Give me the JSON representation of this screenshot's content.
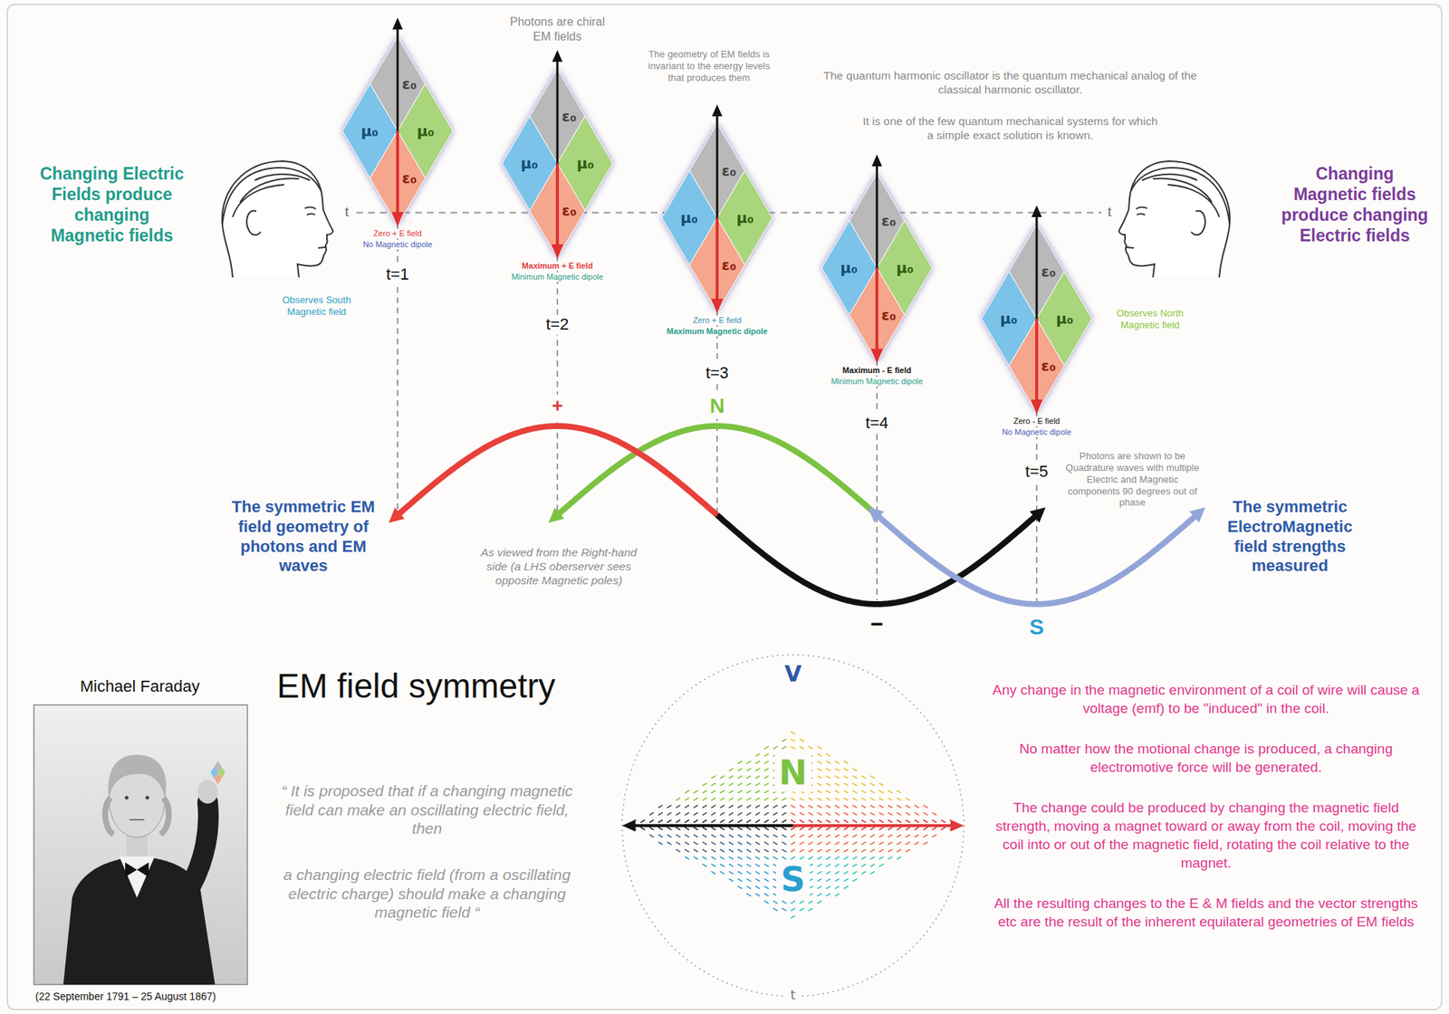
{
  "diagram": {
    "title": "EM field symmetry",
    "nodes": [
      {
        "text": [
          "ε₀",
          "μ₀",
          "μ₀",
          "ε₀"
        ]
      },
      {
        "text": [
          "ε₀",
          "μ₀",
          "μ₀",
          "ε₀"
        ]
      },
      {
        "text": [
          "ε₀",
          "μ₀",
          "μ₀",
          "ε₀"
        ]
      },
      {
        "text": [
          "ε₀",
          "μ₀",
          "μ₀",
          "ε₀"
        ]
      },
      {
        "text": [
          "ε₀",
          "μ₀",
          "μ₀",
          "ε₀"
        ]
      },
      {
        "text": [
          "V",
          "N",
          "S",
          "t"
        ]
      }
    ],
    "labels": [
      "Photons are chiral EM fields",
      "The geometry of EM fields is invariant to the energy levels that produces them",
      "The quantum harmonic oscillator is the quantum mechanical analog of the classical harmonic oscillator.",
      "It is one of the few quantum mechanical systems for which a simple exact solution is known.",
      "Changing Electric Fields produce changing Magnetic fields",
      "Changing Magnetic fields produce changing Electric fields",
      "t",
      "t",
      "Zero + E field",
      "No Magnetic dipole",
      "Observes South Magnetic field",
      "t=1",
      "Maximum + E field",
      "Minimum Magnetic dipole",
      "t=2",
      "Zero + E field",
      "Maximum Magnetic dipole",
      "t=3",
      "Maximum - E field",
      "Minimum Magnetic dipole",
      "t=4",
      "Zero - E field",
      "No Magnetic dipole",
      "Observes North Magnetic field",
      "t=5",
      "+",
      "N",
      "The symmetric EM field geometry of photons and EM waves",
      "As viewed from the Right-hand side (a LHS oberserver sees opposite Magnetic poles)",
      "Photons are shown to be Quadrature waves with multiple Electric and Magnetic components 90 degrees out of phase",
      "The symmetric ElectroMagnetic field strengths measured",
      "−",
      "S",
      "Michael Faraday",
      "“ It is proposed that if a changing magnetic field can make an oscillating electric field, then",
      "a changing electric field (from a oscillating electric charge) should make a changing magnetic field “",
      "Any change in the magnetic environment of a coil of wire will cause a voltage (emf) to be \"induced\" in the coil.",
      "No matter how the motional change is produced, a changing electromotive force will be generated.",
      "The change could be produced by changing the magnetic field strength, moving a magnet toward or away from the coil, moving the coil into or out of the magnetic field, rotating the coil relative to the magnet.",
      "All the resulting changes to the E & M fields and the vector strengths etc are the result of the inherent equilateral geometries of EM fields",
      "(22 September 1791 – 25 August 1867)"
    ]
  }
}
